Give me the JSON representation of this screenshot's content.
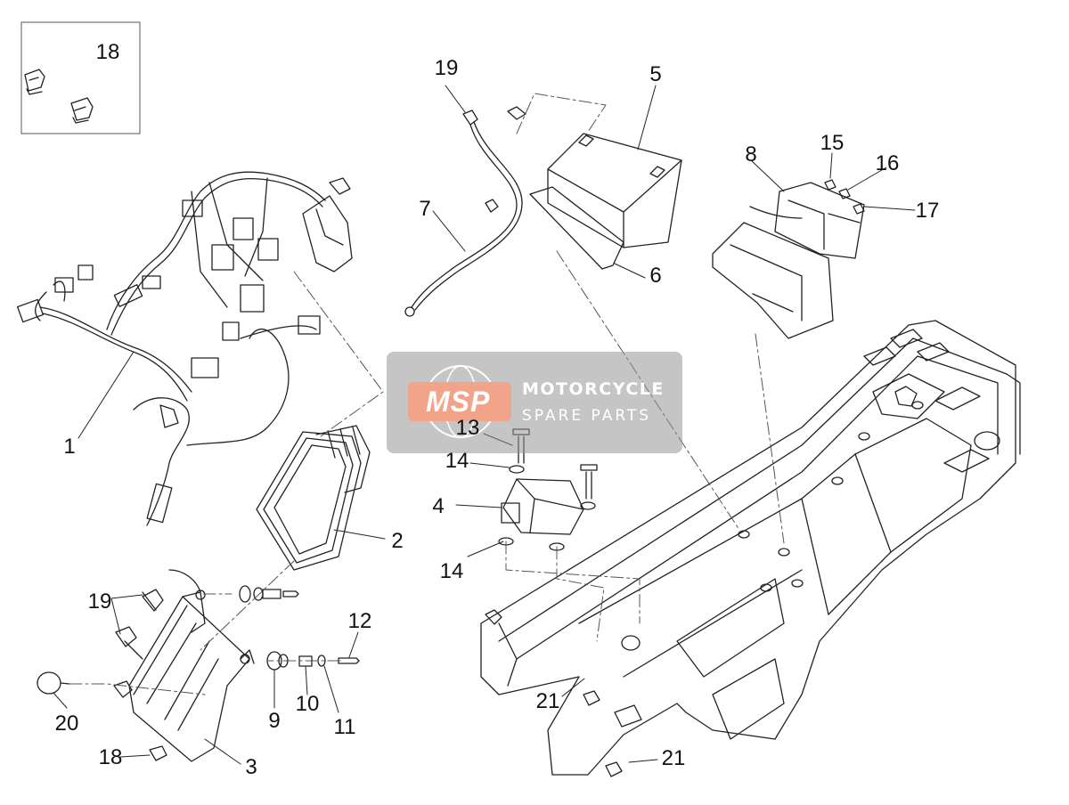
{
  "callouts": [
    {
      "id": "c1",
      "text": "1"
    },
    {
      "id": "c2",
      "text": "2"
    },
    {
      "id": "c3",
      "text": "3"
    },
    {
      "id": "c4",
      "text": "4"
    },
    {
      "id": "c5",
      "text": "5"
    },
    {
      "id": "c6",
      "text": "6"
    },
    {
      "id": "c7",
      "text": "7"
    },
    {
      "id": "c8",
      "text": "8"
    },
    {
      "id": "c9",
      "text": "9"
    },
    {
      "id": "c10",
      "text": "10"
    },
    {
      "id": "c11",
      "text": "11"
    },
    {
      "id": "c12",
      "text": "12"
    },
    {
      "id": "c13",
      "text": "13"
    },
    {
      "id": "c14a",
      "text": "14"
    },
    {
      "id": "c14b",
      "text": "14"
    },
    {
      "id": "c15",
      "text": "15"
    },
    {
      "id": "c16",
      "text": "16"
    },
    {
      "id": "c17",
      "text": "17"
    },
    {
      "id": "c18a",
      "text": "18"
    },
    {
      "id": "c18b",
      "text": "18"
    },
    {
      "id": "c19a",
      "text": "19"
    },
    {
      "id": "c19b",
      "text": "19"
    },
    {
      "id": "c20",
      "text": "20"
    },
    {
      "id": "c21a",
      "text": "21"
    },
    {
      "id": "c21b",
      "text": "21"
    }
  ],
  "watermark": {
    "logo_text": "MSP",
    "line1": "MOTORCYCLE",
    "line2": "SPARE PARTS",
    "logo_color": "#f2a48a"
  }
}
